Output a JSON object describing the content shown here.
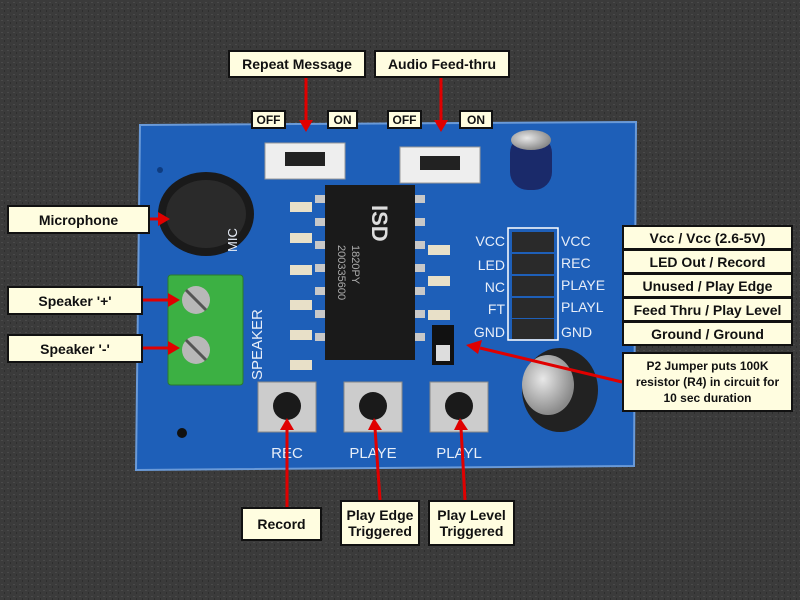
{
  "labels": {
    "repeat_message": "Repeat Message",
    "audio_feed_thru": "Audio Feed-thru",
    "off": "OFF",
    "on": "ON",
    "microphone": "Microphone",
    "speaker_plus": "Speaker '+'",
    "speaker_minus": "Speaker '-'",
    "pins": [
      "Vcc / Vcc (2.6-5V)",
      "LED Out / Record",
      "Unused / Play Edge",
      "Feed Thru / Play Level",
      "Ground / Ground"
    ],
    "p2_jumper": "P2 Jumper puts 100K resistor (R4) in circuit for 10 sec duration",
    "record": "Record",
    "play_edge": "Play Edge Triggered",
    "play_level": "Play Level Triggered"
  },
  "silkscreen": {
    "left_pins": [
      "VCC",
      "LED",
      "NC",
      "FT",
      "GND"
    ],
    "right_pins": [
      "VCC",
      "REC",
      "PLAYE",
      "PLAYL",
      "GND"
    ],
    "buttons": [
      "REC",
      "PLAYE",
      "PLAYL"
    ],
    "speaker": "SPEAKER",
    "mic": "MIC",
    "chip_brand": "ISD",
    "chip_model": "1820PY",
    "chip_code": "200335600"
  },
  "colors": {
    "board": "#1e5fb8",
    "label_bg": "#fffde0",
    "arrow": "#e00000",
    "terminal": "#3cb043"
  }
}
